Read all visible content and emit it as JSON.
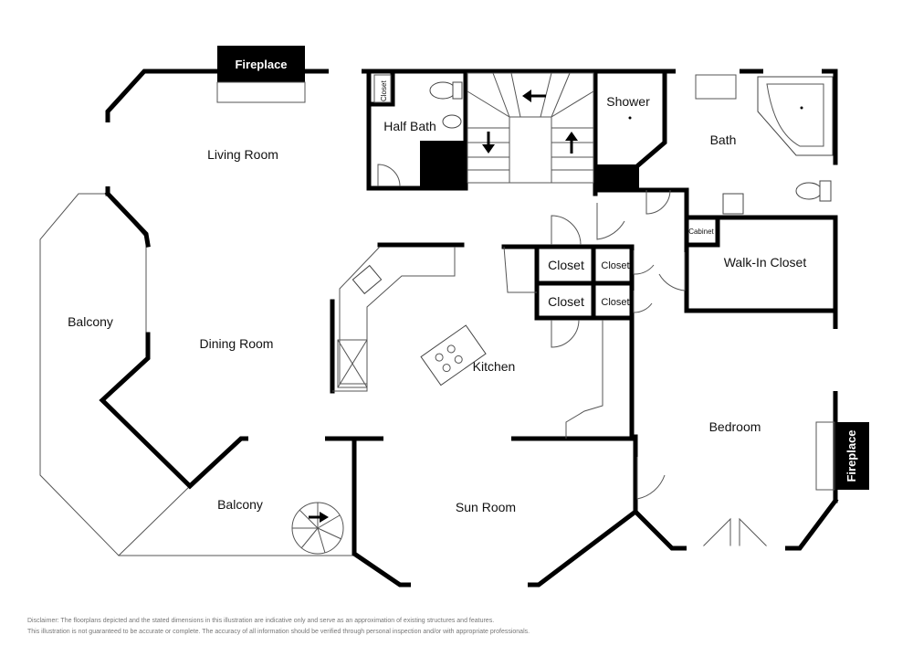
{
  "rooms": {
    "fireplace_top": "Fireplace",
    "fireplace_right": "Fireplace",
    "living_room": "Living Room",
    "half_bath": "Half Bath",
    "closet_half_bath": "Closet",
    "shower": "Shower",
    "bath": "Bath",
    "cabinet": "Cabinet",
    "walk_in_closet": "Walk-In Closet",
    "closet_1": "Closet",
    "closet_2": "Closet",
    "closet_3": "Closet",
    "closet_4": "Closet",
    "balcony_west": "Balcony",
    "dining_room": "Dining Room",
    "kitchen": "Kitchen",
    "bedroom": "Bedroom",
    "balcony_south": "Balcony",
    "sun_room": "Sun Room"
  },
  "disclaimer": {
    "line1": "Disclaimer: The floorplans depicted and the stated dimensions in this illustration are indicative only and serve as an approximation of existing structures and features.",
    "line2": "This illustration is not guaranteed to be accurate or complete. The accuracy of all information should be verified through personal inspection and/or with appropriate professionals."
  }
}
